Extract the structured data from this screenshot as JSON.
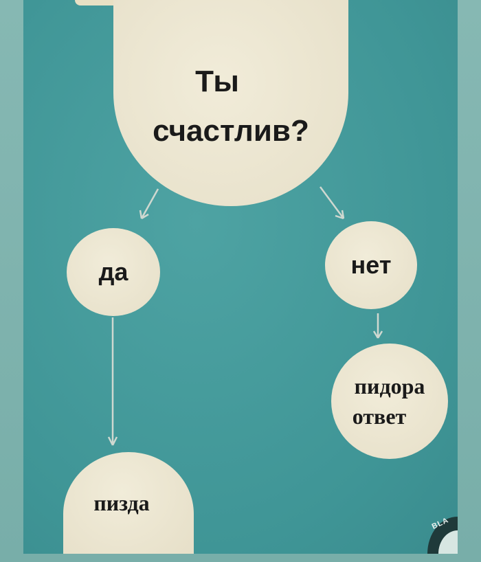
{
  "question": {
    "line1": "Ты",
    "line2": "счастлив?"
  },
  "yes": "да",
  "no": "нет",
  "no_result": {
    "line1": "пидора",
    "line2": "ответ"
  },
  "yes_result": "пизда",
  "logo": {
    "text": "BLA"
  },
  "colors": {
    "background": "#4ea3a3",
    "circle": "#ece6d0",
    "frame": "#80b4af"
  }
}
